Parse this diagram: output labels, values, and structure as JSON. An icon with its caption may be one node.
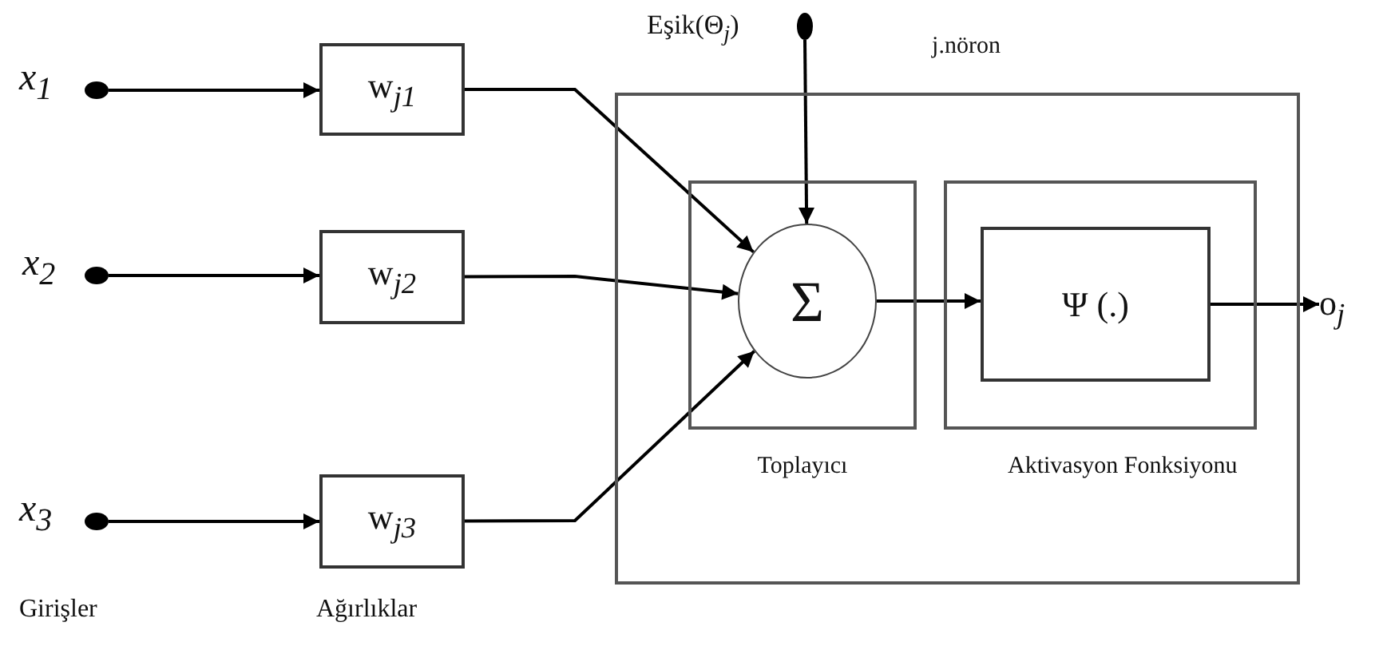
{
  "diagram": {
    "nodes": [
      {
        "text": [],
        "shape": "circle",
        "beside": [
          "x$_{1}$"
        ]
      },
      {
        "text": [],
        "shape": "circle",
        "beside": [
          "x$_{2}$"
        ]
      },
      {
        "text": [],
        "shape": "circle",
        "beside": [
          "x$_{3}$"
        ]
      },
      {
        "text": [
          "w$_{j1}$"
        ]
      },
      {
        "text": [
          "w$_{j2}$"
        ]
      },
      {
        "text": [
          "w$_{j3}$"
        ]
      },
      {
        "text": [],
        "shape": "circle",
        "beside": [
          "Eşik(Θ$_{j}$)"
        ]
      },
      {
        "text": [
          "j.nöron"
        ]
      },
      {
        "text": [
          "Toplayıcı"
        ],
        "in": 7
      },
      {
        "text": [
          "Σ"
        ],
        "in": 8
      },
      {
        "text": [
          "Aktivasyon Fonksiyonu"
        ],
        "in": 7
      },
      {
        "text": [
          "Ψ (.)"
        ],
        "in": 10
      },
      {
        "text": [
          "o$_{j}$"
        ]
      }
    ],
    "edges": [
      {
        "from": 0,
        "to": 3,
        "arrow": "to"
      },
      {
        "from": 1,
        "to": 4,
        "arrow": "to"
      },
      {
        "from": 2,
        "to": 5,
        "arrow": "to"
      },
      {
        "from": 3,
        "to": 9,
        "arrow": "to"
      },
      {
        "from": 4,
        "to": 9,
        "arrow": "to"
      },
      {
        "from": 5,
        "to": 9,
        "arrow": "to"
      },
      {
        "from": 6,
        "to": 9,
        "arrow": "to"
      },
      {
        "from": 9,
        "to": 11,
        "arrow": "to"
      },
      {
        "from": 11,
        "to": 12,
        "arrow": "to"
      }
    ],
    "labels": [
      "Girişler",
      "Ağırlıklar"
    ]
  }
}
